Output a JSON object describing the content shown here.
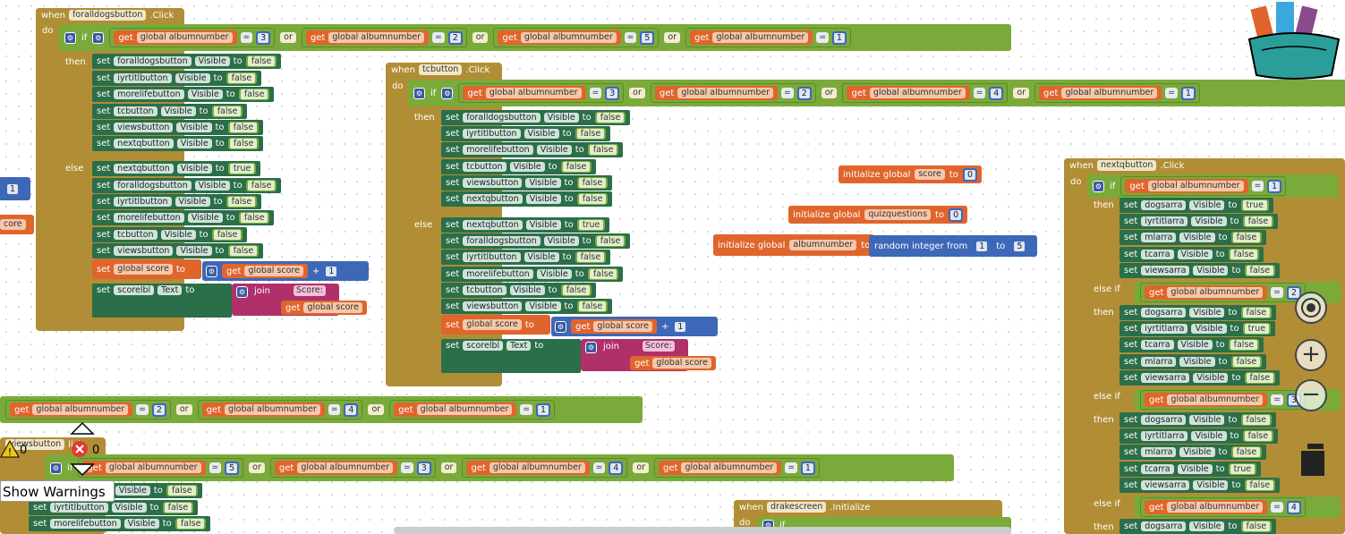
{
  "kw": {
    "when": "when",
    "click": ".Click",
    "initialize_evt": ".Initialize",
    "do": "do",
    "if": "if",
    "then": "then",
    "else": "else",
    "else_if": "else if",
    "set": "set",
    "to": "to",
    "get": "get",
    "or": "or",
    "eq": "=",
    "plus": "+",
    "join": "join",
    "visible": "Visible",
    "text": "Text",
    "init_global": "initialize global",
    "random": "random integer from",
    "to2": "to"
  },
  "vars": {
    "albumnumber": "global albumnumber",
    "score": "global score",
    "score_name": "score",
    "quizq_name": "quizquestions",
    "album_name": "albumnumber"
  },
  "components": {
    "foralldogsbutton": "foralldogsbutton",
    "tcbutton": "tcbutton",
    "nextqbutton": "nextqbutton",
    "drakescreen": "drakescreen",
    "iyrtitlbutton": "iyrtitlbutton",
    "morelifebutton": "morelifebutton",
    "viewsbutton": "viewsbutton",
    "scorelbl": "scorelbl",
    "dogsarra": "dogsarra",
    "iyrtitlarra": "iyrtitlarra",
    "mlarra": "mlarra",
    "tcarra": "tcarra",
    "viewsarra": "viewsarra"
  },
  "values": {
    "true": "true",
    "false": "false",
    "score_str": "Score:",
    "n0": "0",
    "n1": "1",
    "n2": "2",
    "n3": "3",
    "n4": "4",
    "n5": "5"
  },
  "partial": {
    "core": "core",
    "ton": "on",
    "lick": "lick"
  },
  "warnings": {
    "label": "Show Warnings",
    "warn_count": "0",
    "error_count": "0"
  },
  "colors": {
    "event": "#b18e35",
    "logic": "#7aaa3a",
    "variable": "#e0652c",
    "math": "#3d68b8",
    "component": "#2b6e4a",
    "text": "#b0306b"
  }
}
